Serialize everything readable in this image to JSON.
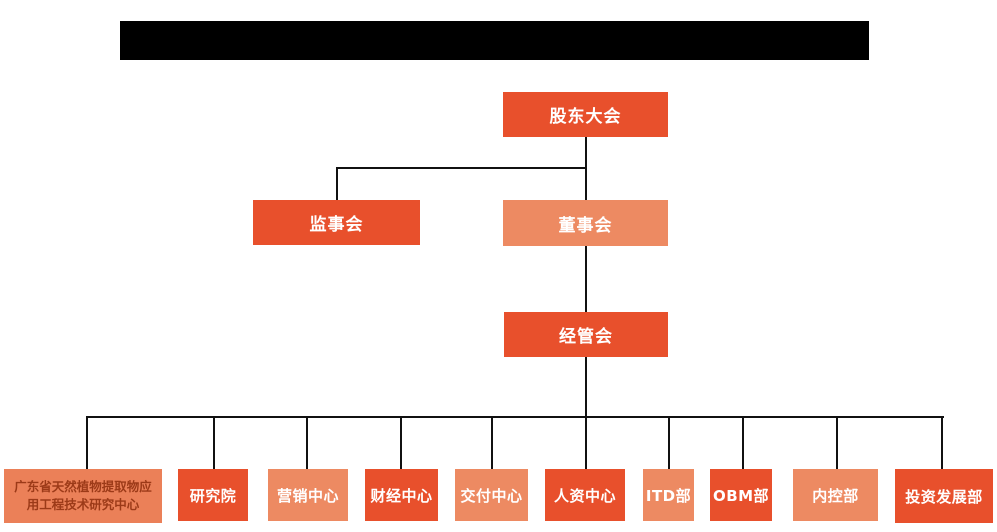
{
  "page": {
    "background": "#FFFFFF"
  },
  "redacted_title_bar": {
    "color": "#000000"
  },
  "colors": {
    "node_dark": "#E8502C",
    "node_light": "#ED8A62",
    "node_research_center": "#EB8058",
    "connector": "#111111",
    "text_on_node": "#FFFFFF",
    "text_research_center": "#9C3A18"
  },
  "org_chart": {
    "level1": {
      "label": "股东大会",
      "variant": "dark"
    },
    "level2": [
      {
        "label": "监事会",
        "variant": "dark"
      },
      {
        "label": "董事会",
        "variant": "light"
      }
    ],
    "level3": {
      "label": "经管会",
      "variant": "dark"
    },
    "level4": [
      {
        "label": "广东省天然植物提取物应用工程技术研究中心",
        "variant": "light"
      },
      {
        "label": "研究院",
        "variant": "dark"
      },
      {
        "label": "营销中心",
        "variant": "light"
      },
      {
        "label": "财经中心",
        "variant": "dark"
      },
      {
        "label": "交付中心",
        "variant": "light"
      },
      {
        "label": "人资中心",
        "variant": "dark"
      },
      {
        "label": "ITD部",
        "variant": "light"
      },
      {
        "label": "OBM部",
        "variant": "dark"
      },
      {
        "label": "内控部",
        "variant": "light"
      },
      {
        "label": "投资发展部",
        "variant": "dark"
      }
    ]
  }
}
